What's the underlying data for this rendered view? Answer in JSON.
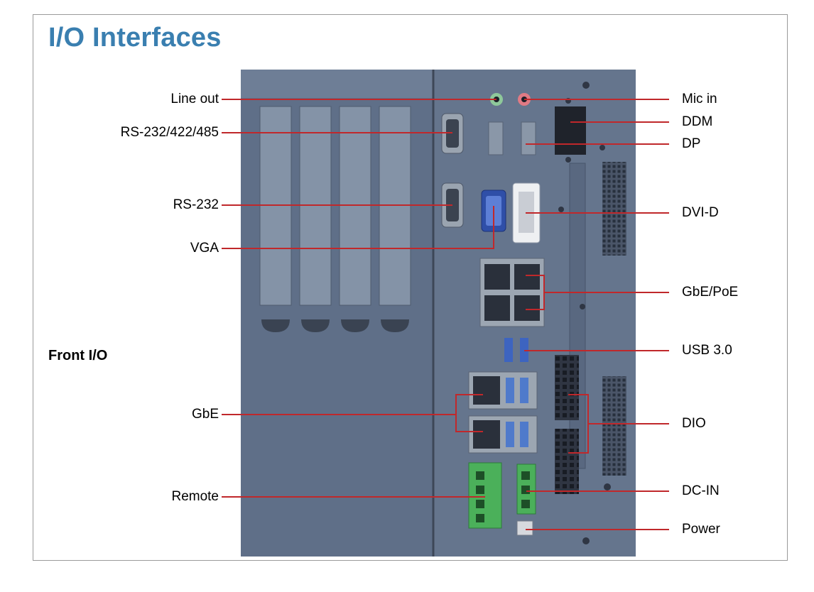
{
  "title": "I/O Interfaces",
  "subtitle": "Front I/O",
  "colors": {
    "title": "#3a7fb0",
    "leader_line": "#c0282b",
    "chassis": "#5d6d85",
    "frame": "#9a9a9a"
  },
  "labels_left": {
    "line_out": "Line out",
    "serial_multi": "RS-232/422/485",
    "rs232": "RS-232",
    "vga": "VGA",
    "gbe": "GbE",
    "remote": "Remote"
  },
  "labels_right": {
    "mic_in": "Mic in",
    "ddm": "DDM",
    "dp": "DP",
    "dvi_d": "DVI-D",
    "gbe_poe": "GbE/PoE",
    "usb3": "USB 3.0",
    "dio": "DIO",
    "dc_in": "DC-IN",
    "power": "Power"
  }
}
